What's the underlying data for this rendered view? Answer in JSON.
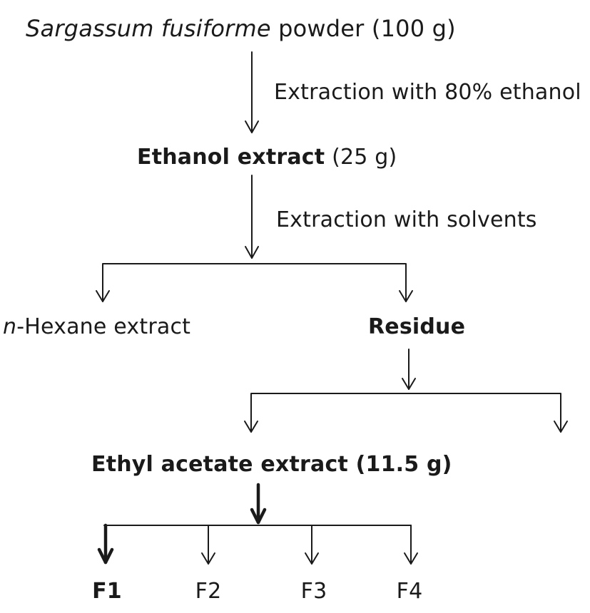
{
  "nodes": {
    "start": {
      "species": "Sargassum fusiforme",
      "rest": " powder (100 g)"
    },
    "ethanol": {
      "bold": "Ethanol extract",
      "rest": " (25 g)"
    },
    "hexane": {
      "prefix": "n",
      "rest": "-Hexane extract"
    },
    "residue": {
      "bold": "Residue"
    },
    "ethyl": {
      "bold": "Ethyl acetate extract (11.5 g)"
    },
    "fractions": [
      "F1",
      "F2",
      "F3",
      "F4"
    ]
  },
  "steps": {
    "step1": "Extraction with 80% ethanol",
    "step2": "Extraction with solvents"
  }
}
